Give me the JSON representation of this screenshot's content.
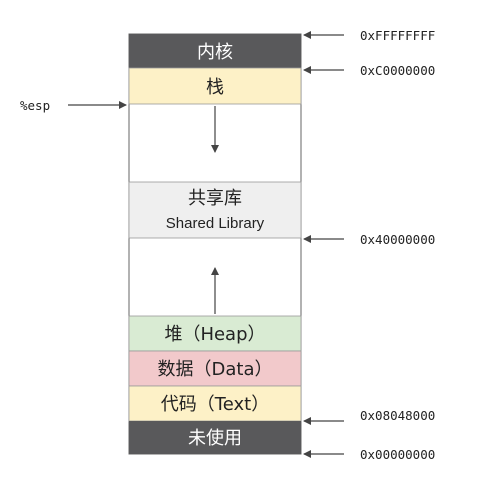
{
  "segments": {
    "kernel": {
      "label": "内核",
      "fill": "#59595b",
      "text_color": "#ffffff"
    },
    "stack": {
      "label": "栈",
      "fill": "#fdf1c7",
      "text_color": "#222222"
    },
    "shared": {
      "label": "共享库",
      "sublabel": "Shared Library",
      "fill": "#efefef",
      "text_color": "#222222"
    },
    "heap": {
      "label": "堆（Heap）",
      "fill": "#d9ebd3",
      "text_color": "#222222"
    },
    "data": {
      "label": "数据（Data）",
      "fill": "#f2c9cb",
      "text_color": "#222222"
    },
    "code": {
      "label": "代码（Text）",
      "fill": "#fdf1c7",
      "text_color": "#222222"
    },
    "unused": {
      "label": "未使用",
      "fill": "#59595b",
      "text_color": "#ffffff"
    }
  },
  "addresses": {
    "top": "0xFFFFFFFF",
    "kernel_base": "0xC0000000",
    "shared_base": "0x40000000",
    "code_base": "0x08048000",
    "zero": "0x00000000"
  },
  "register": {
    "label": "%esp"
  },
  "colors": {
    "border": "#444444",
    "arrow": "#444444"
  }
}
